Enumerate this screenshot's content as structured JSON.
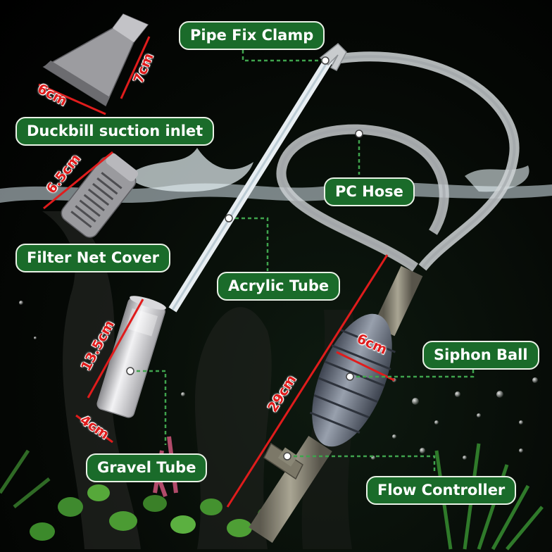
{
  "labels": {
    "pipe_fix_clamp": "Pipe Fix Clamp",
    "duckbill_suction_inlet": "Duckbill suction inlet",
    "pc_hose": "PC Hose",
    "filter_net_cover": "Filter Net Cover",
    "acrylic_tube": "Acrylic Tube",
    "siphon_ball": "Siphon Ball",
    "gravel_tube": "Gravel Tube",
    "flow_controller": "Flow Controller"
  },
  "dimensions": {
    "duckbill_width": "6cm",
    "duckbill_length": "7cm",
    "filter_length": "6.5cm",
    "gravel_length": "13.5cm",
    "gravel_width": "4cm",
    "siphon_ball_width": "6cm",
    "siphon_length": "29cm"
  },
  "colors": {
    "label_bg": "#1a6b2a",
    "label_border": "#e9f2e6",
    "dimension_red": "#e01c1c",
    "leader_line": "#3fa34d"
  }
}
